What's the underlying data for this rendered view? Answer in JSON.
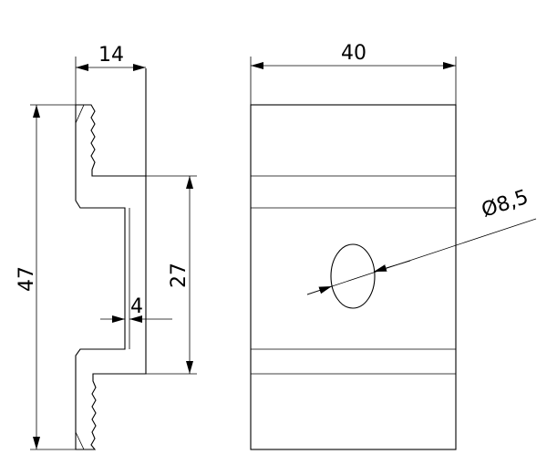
{
  "drawing": {
    "dimensions": {
      "width_14": "14",
      "width_40": "40",
      "height_47": "47",
      "height_27": "27",
      "thickness_4": "4",
      "hole_diameter": "Ø8,5"
    }
  }
}
